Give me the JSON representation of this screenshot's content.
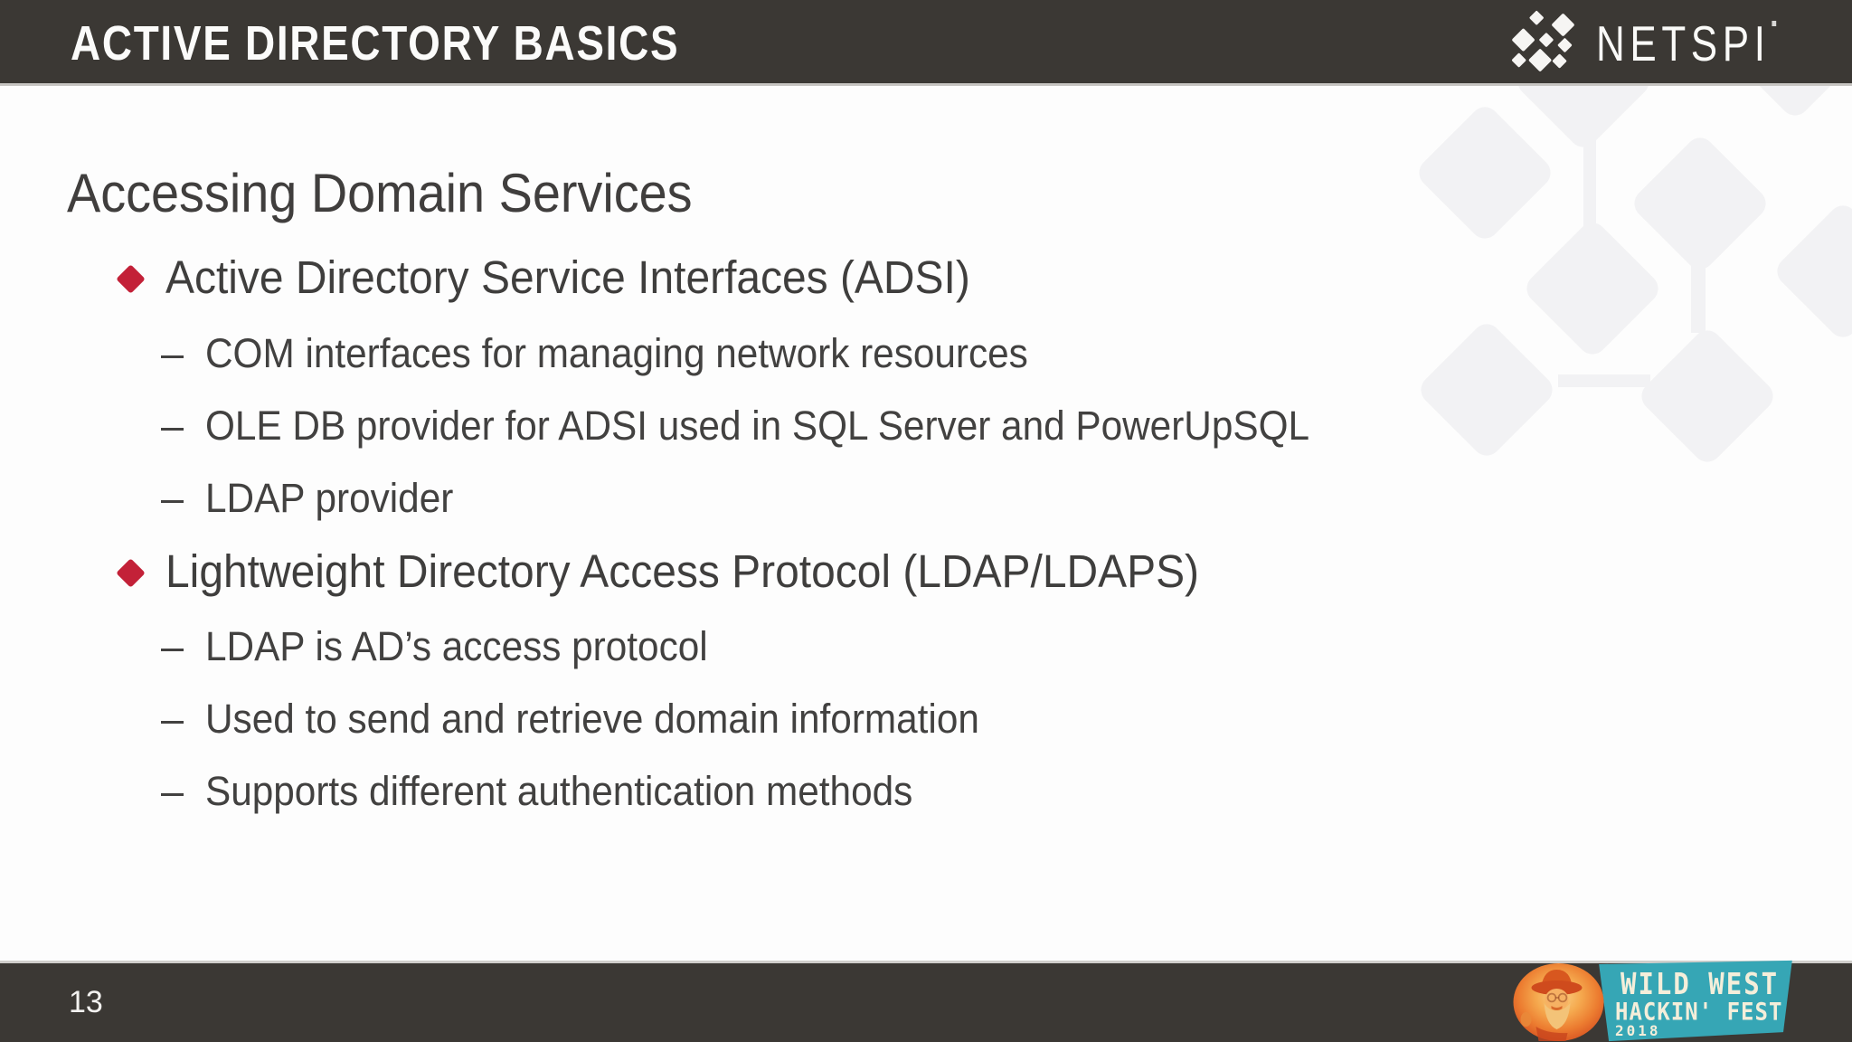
{
  "slide": {
    "header": {
      "title": "ACTIVE DIRECTORY BASICS",
      "brand": "NETSPI"
    },
    "heading": "Accessing Domain Services",
    "dash_glyph": "–",
    "bullets": [
      {
        "level": 1,
        "text": "Active Directory Service Interfaces (ADSI)"
      },
      {
        "level": 2,
        "text": "COM interfaces for managing network resources"
      },
      {
        "level": 2,
        "text": "OLE DB provider for ADSI used in SQL Server and PowerUpSQL"
      },
      {
        "level": 2,
        "text": "LDAP provider"
      },
      {
        "level": 1,
        "text": "Lightweight Directory Access Protocol (LDAP/LDAPS)"
      },
      {
        "level": 2,
        "text": "LDAP is AD’s access protocol"
      },
      {
        "level": 2,
        "text": "Used to send and retrieve domain information"
      },
      {
        "level": 2,
        "text": "Supports different authentication methods"
      }
    ],
    "footer": {
      "page_number": "13",
      "event_logo": {
        "line1": "WILD WEST",
        "line2": "HACKIN' FEST",
        "line3": "2018"
      }
    },
    "colors": {
      "bar_background": "#3b3834",
      "accent_red": "#c32138",
      "body_text": "#424140",
      "watermark_gray": "#f2f2f4",
      "event_teal": "#36a6b5",
      "event_cream": "#f4eeda",
      "event_orange": "#e05a22"
    }
  }
}
